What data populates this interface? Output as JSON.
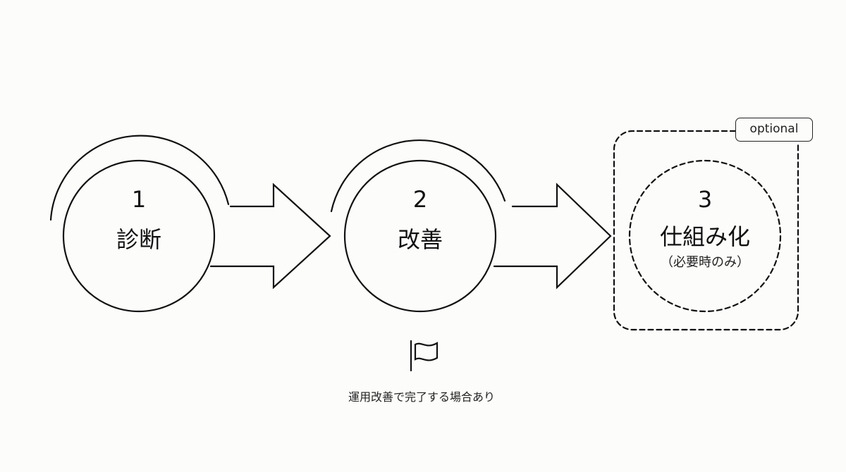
{
  "steps": [
    {
      "number": "1",
      "name": "診断"
    },
    {
      "number": "2",
      "name": "改善"
    },
    {
      "number": "3",
      "name": "仕組み化",
      "sub": "（必要時のみ）",
      "badge": "optional"
    }
  ],
  "note": "運用改善で完了する場合あり"
}
